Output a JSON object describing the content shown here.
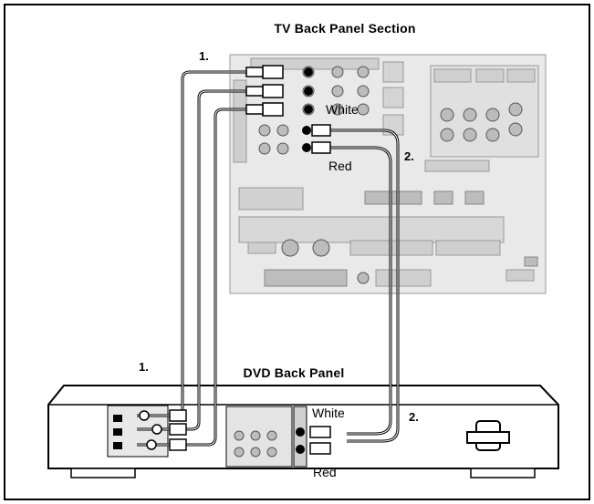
{
  "tv_panel": {
    "title": "TV Back Panel Section"
  },
  "dvd_panel": {
    "title": "DVD Back Panel"
  },
  "steps": {
    "step1_top": "1.",
    "step1_bottom": "1.",
    "step2_top": "2.",
    "step2_bottom": "2."
  },
  "labels": {
    "tv_white": "White",
    "tv_red": "Red",
    "dvd_white": "White",
    "dvd_red": "Red"
  },
  "colors": {
    "background": "#ffffff",
    "line": "#000000",
    "panel_fill": "#e6e6e6",
    "component_fill": "#bdbdbd"
  }
}
